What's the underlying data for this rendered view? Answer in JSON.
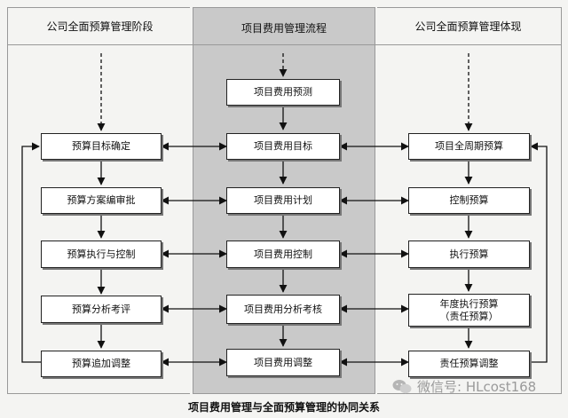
{
  "columns": [
    {
      "title": "公司全面预算管理阶段"
    },
    {
      "title": "项目费用管理流程"
    },
    {
      "title": "公司全面预算管理体现"
    }
  ],
  "left_boxes": [
    "预算目标确定",
    "预算方案编审批",
    "预算执行与控制",
    "预算分析考评",
    "预算追加调整"
  ],
  "middle_boxes": [
    "项目费用预测",
    "项目费用目标",
    "项目费用计划",
    "项目费用控制",
    "项目费用分析考核",
    "项目费用调整"
  ],
  "right_boxes": [
    {
      "line1": "项目全周期预算",
      "line2": ""
    },
    {
      "line1": "控制预算",
      "line2": ""
    },
    {
      "line1": "执行预算",
      "line2": ""
    },
    {
      "line1": "年度执行预算",
      "line2": "（责任预算）"
    },
    {
      "line1": "责任预算调整",
      "line2": ""
    }
  ],
  "caption": "项目费用管理与全面预算管理的协同关系",
  "watermark": "微信号: HLcost168",
  "colors": {
    "middle_column_bg": "#c9c9c9",
    "side_column_bg": "#f4f4f2",
    "line": "#111111"
  }
}
